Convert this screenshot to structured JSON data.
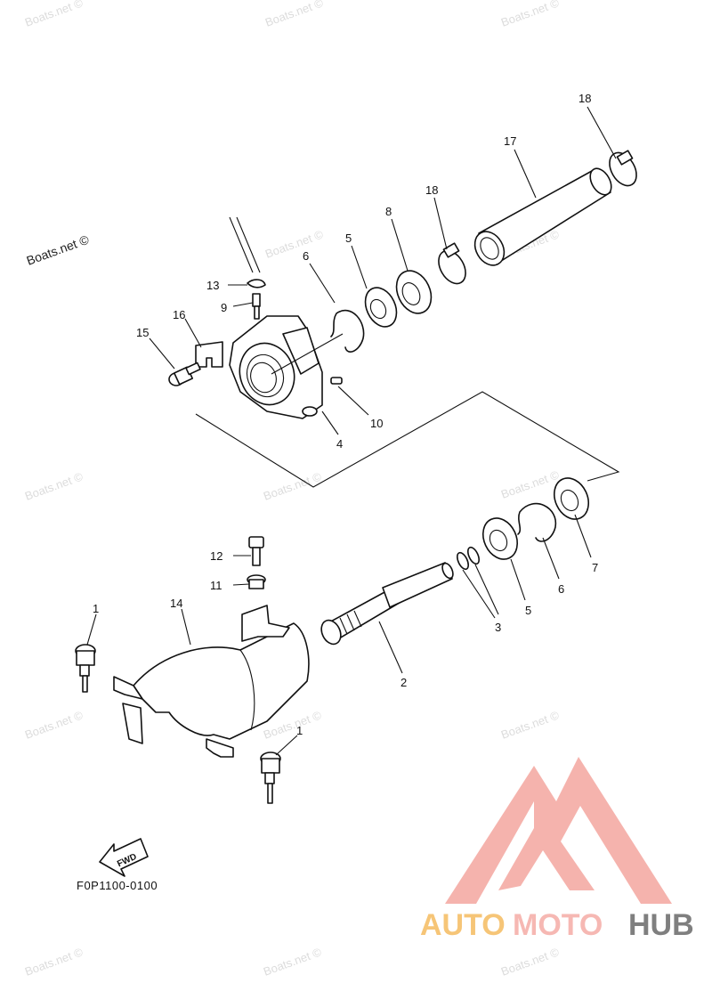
{
  "watermark_text": "Boats.net ©",
  "diagram_code": "F0P1100-0100",
  "fwd_label": "FWD",
  "brand": {
    "part1": "AUTO",
    "part2": "MOTO",
    "part3": "HUB",
    "color1": "#f4b24a",
    "color2": "#f4a19a",
    "color3": "#555555"
  },
  "callouts": {
    "c1a": "1",
    "c1b": "1",
    "c2": "2",
    "c3": "3",
    "c4": "4",
    "c5a": "5",
    "c5b": "5",
    "c6a": "6",
    "c6b": "6",
    "c7": "7",
    "c8": "8",
    "c9": "9",
    "c10": "10",
    "c11": "11",
    "c12": "12",
    "c13": "13",
    "c14": "14",
    "c15": "15",
    "c16": "16",
    "c17": "17",
    "c18a": "18",
    "c18b": "18"
  }
}
